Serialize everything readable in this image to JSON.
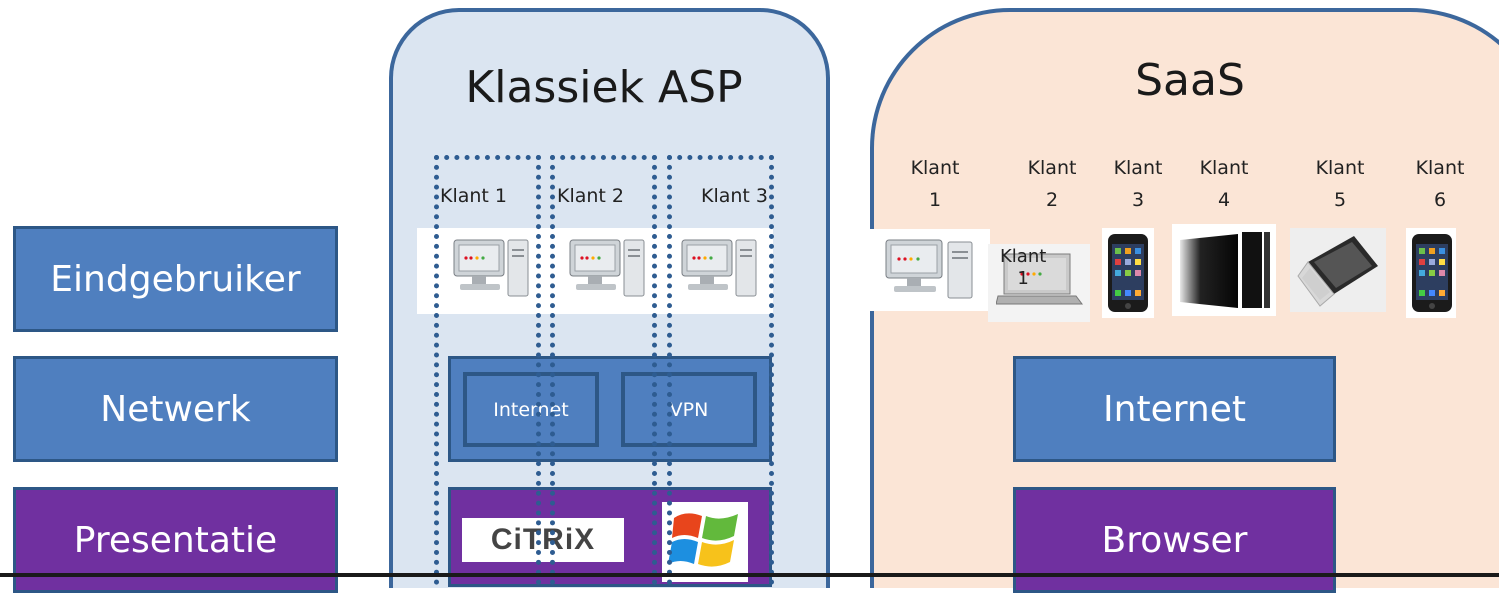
{
  "layers": {
    "eindgebruiker": "Eindgebruiker",
    "netwerk": "Netwerk",
    "presentatie": "Presentatie"
  },
  "asp": {
    "title": "Klassiek ASP",
    "klanten": [
      "Klant 1",
      "Klant 2",
      "Klant 3"
    ],
    "internet": "Internet",
    "vpn": "VPN",
    "citrix": "CiTRiX"
  },
  "saas": {
    "title": "SaaS",
    "klanten": [
      {
        "l1": "Klant",
        "l2": "1"
      },
      {
        "l1": "Klant",
        "l2": "2"
      },
      {
        "l1": "Klant",
        "l2": "3"
      },
      {
        "l1": "Klant",
        "l2": "4"
      },
      {
        "l1": "Klant",
        "l2": "5"
      },
      {
        "l1": "Klant",
        "l2": "6"
      }
    ],
    "overlay_label": {
      "l1": "Klant",
      "l2": "1"
    },
    "internet": "Internet",
    "browser": "Browser"
  },
  "colors": {
    "layer_blue": "#4f7fbf",
    "layer_purple": "#7030a0",
    "asp_panel": "#dbe5f1",
    "saas_panel": "#fbe5d6"
  }
}
